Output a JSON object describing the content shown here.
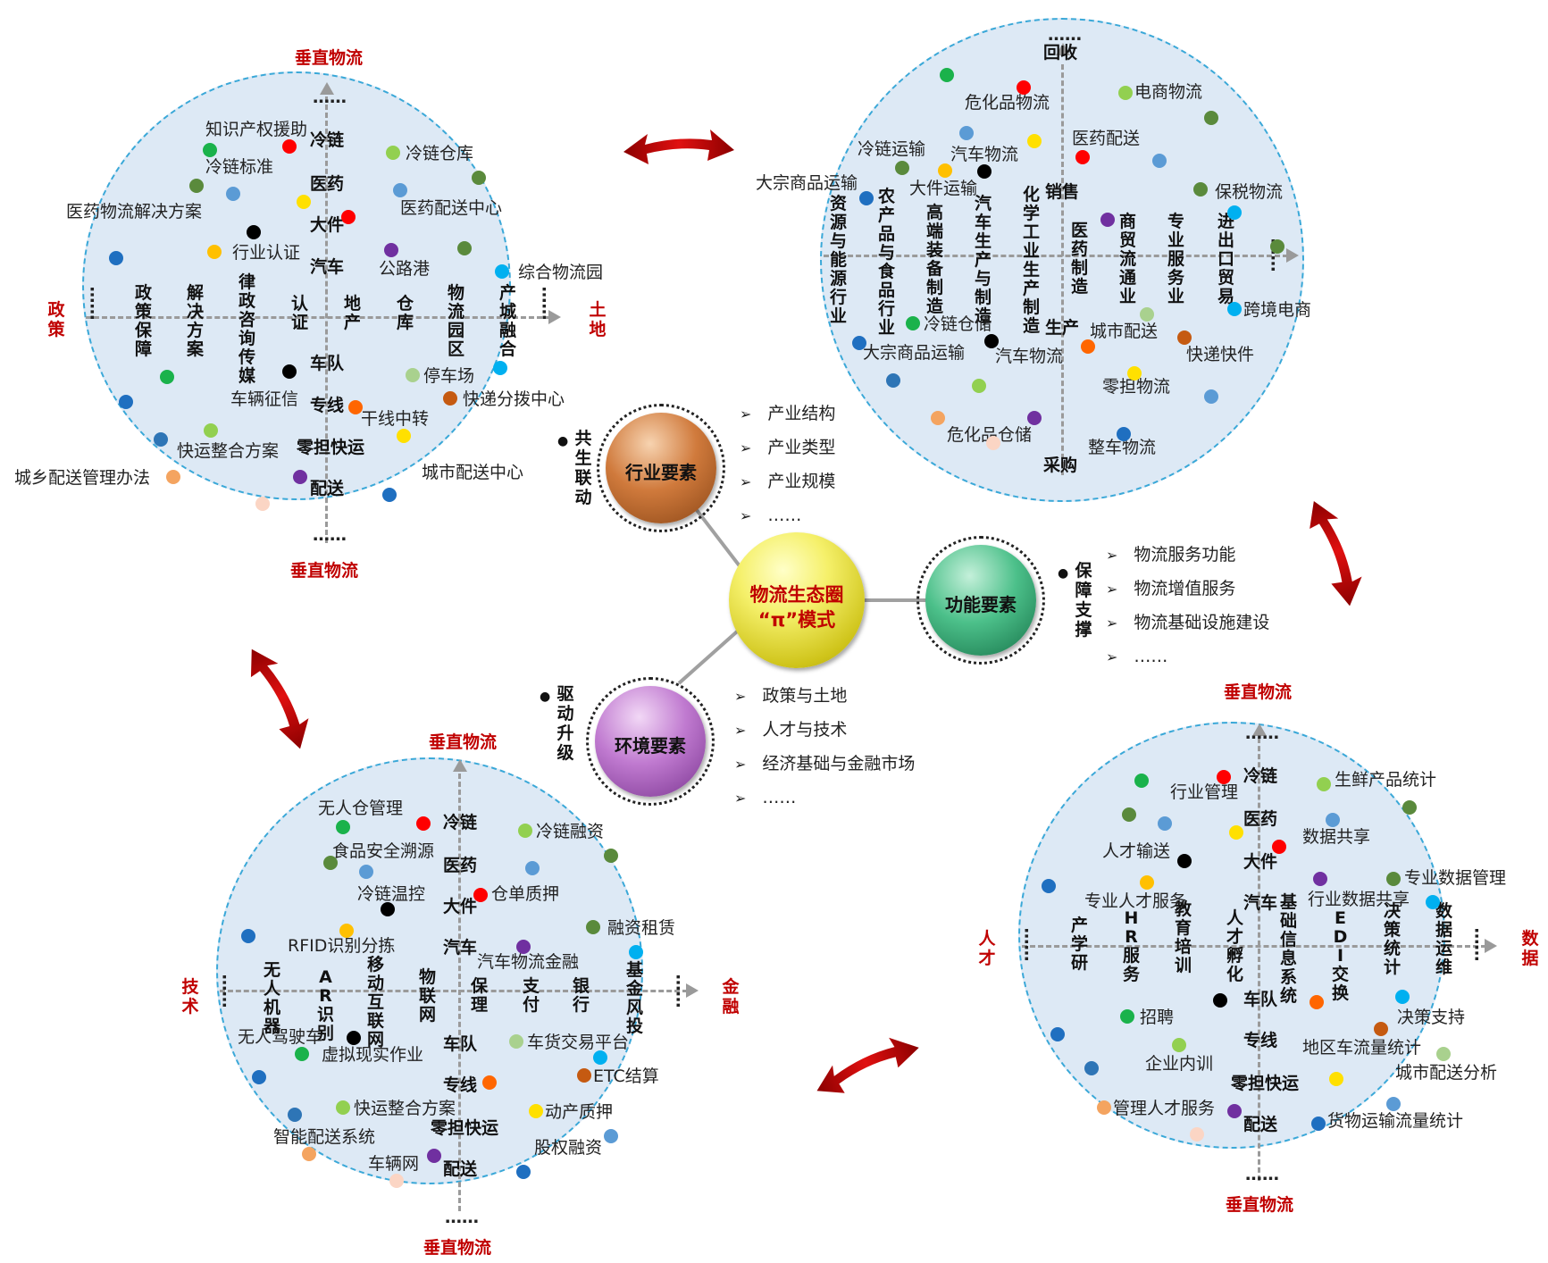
{
  "center": {
    "line1": "物流生态圈",
    "line2": "“π”模式"
  },
  "industry": {
    "ball": "行业要素",
    "side": "共生联动",
    "items": [
      "产业结构",
      "产业类型",
      "产业规模",
      "……"
    ]
  },
  "function": {
    "ball": "功能要素",
    "side": "保障支撑",
    "items": [
      "物流服务功能",
      "物流增值服务",
      "物流基础设施建设",
      "……"
    ]
  },
  "environment": {
    "ball": "环境要素",
    "side": "驱动升级",
    "items": [
      "政策与土地",
      "人才与技术",
      "经济基础与金融市场",
      "……"
    ]
  },
  "common": {
    "vertical": "垂直物流",
    "ellipsis": "……"
  },
  "tl": {
    "left": "政策",
    "right": "土地",
    "vlabels": [
      "冷链",
      "医药",
      "大件",
      "汽车",
      "车队",
      "专线",
      "零担快运",
      "配送"
    ],
    "cols": [
      "政策保障",
      "解决方案",
      "律政咨询传媒",
      "认证",
      "地产",
      "仓库",
      "物流园区",
      "产城融合"
    ],
    "labels": [
      "知识产权援助",
      "冷链标准",
      "医药物流解决方案",
      "行业认证",
      "冷链仓库",
      "医药配送中心",
      "公路港",
      "综合物流园",
      "停车场",
      "快递分拨中心",
      "车辆征信",
      "干线中转",
      "快运整合方案",
      "城乡配送管理办法",
      "城市配送中心"
    ]
  },
  "tr": {
    "top": "回收",
    "sell": "销售",
    "produce": "生产",
    "buy": "采购",
    "cols": [
      "资源与能源行业",
      "农产品与食品行业",
      "高端装备制造",
      "汽车生产与制造",
      "化学工业生产制造",
      "医药制造",
      "商贸流通业",
      "专业服务业",
      "进出口贸易"
    ],
    "labels": [
      "危化品物流",
      "电商物流",
      "冷链运输",
      "汽车物流",
      "医药配送",
      "大宗商品运输",
      "大件运输",
      "保税物流",
      "冷链仓储",
      "跨境电商",
      "城市配送",
      "大宗商品运输",
      "汽车物流",
      "快递快件",
      "零担物流",
      "危化品仓储",
      "整车物流"
    ]
  },
  "bl": {
    "left": "技术",
    "right": "金融",
    "vlabels": [
      "冷链",
      "医药",
      "大件",
      "汽车",
      "车队",
      "专线",
      "零担快运",
      "配送"
    ],
    "cols": [
      "无人机器",
      "AR识别",
      "移动互联网",
      "物联网",
      "保理",
      "支付",
      "银行",
      "基金风投"
    ],
    "labels": [
      "无人仓管理",
      "冷链融资",
      "食品安全溯源",
      "冷链温控",
      "仓单质押",
      "融资租赁",
      "RFID识别分拣",
      "汽车物流金融",
      "无人驾驶车",
      "虚拟现实作业",
      "车货交易平台",
      "ETC结算",
      "快运整合方案",
      "动产质押",
      "智能配送系统",
      "股权融资",
      "车辆网"
    ]
  },
  "br": {
    "left": "人才",
    "right": "数据",
    "vlabels": [
      "冷链",
      "医药",
      "大件",
      "汽车",
      "车队",
      "专线",
      "零担快运",
      "配送"
    ],
    "cols": [
      "产学研",
      "HR服务",
      "教育培训",
      "人才孵化",
      "基础信息系统",
      "EDI交换",
      "决策统计",
      "数据运维"
    ],
    "labels": [
      "行业管理",
      "生鲜产品统计",
      "数据共享",
      "人才输送",
      "专业数据管理",
      "专业人才服务",
      "行业数据共享",
      "招聘",
      "决策支持",
      "企业内训",
      "地区车流量统计",
      "城市配送分析",
      "管理人才服务",
      "货物运输流量统计"
    ]
  },
  "colors": {
    "accent_red": "#c00000",
    "circle_fill": "#dde9f5",
    "circle_border": "#3aa8d8",
    "axis": "#9a9a9a"
  }
}
